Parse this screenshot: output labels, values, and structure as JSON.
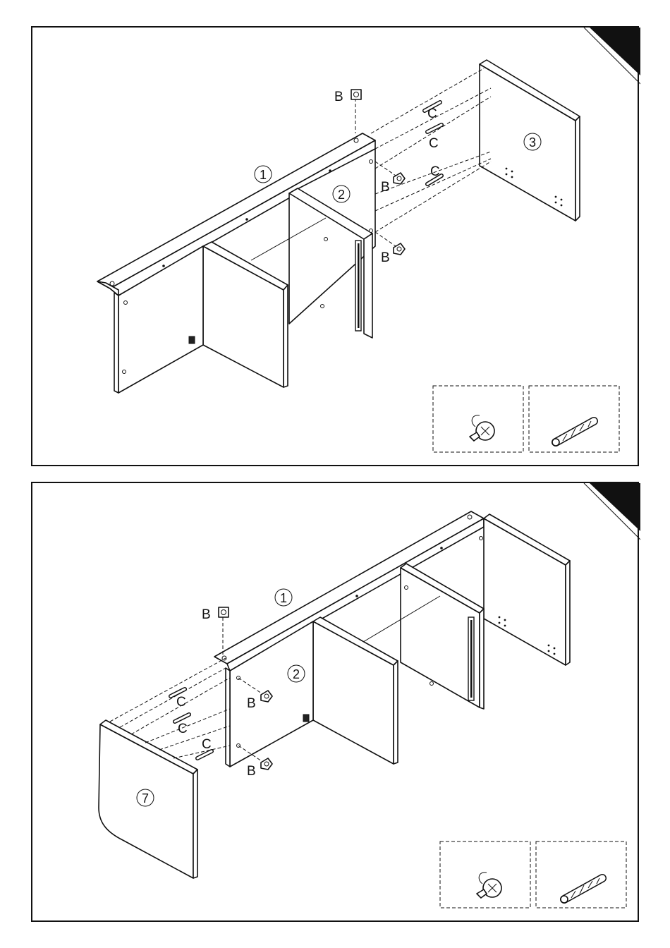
{
  "steps": [
    {
      "part_numbers": [
        "1",
        "2",
        "3"
      ],
      "hardware_labels": [
        "B",
        "B",
        "B",
        "C",
        "C",
        "C"
      ],
      "legend": [
        "cam-lock-icon",
        "wooden-dowel-icon"
      ]
    },
    {
      "part_numbers": [
        "1",
        "2",
        "7"
      ],
      "hardware_labels": [
        "B",
        "B",
        "B",
        "C",
        "C",
        "C"
      ],
      "legend": [
        "cam-lock-icon",
        "wooden-dowel-icon"
      ]
    }
  ]
}
